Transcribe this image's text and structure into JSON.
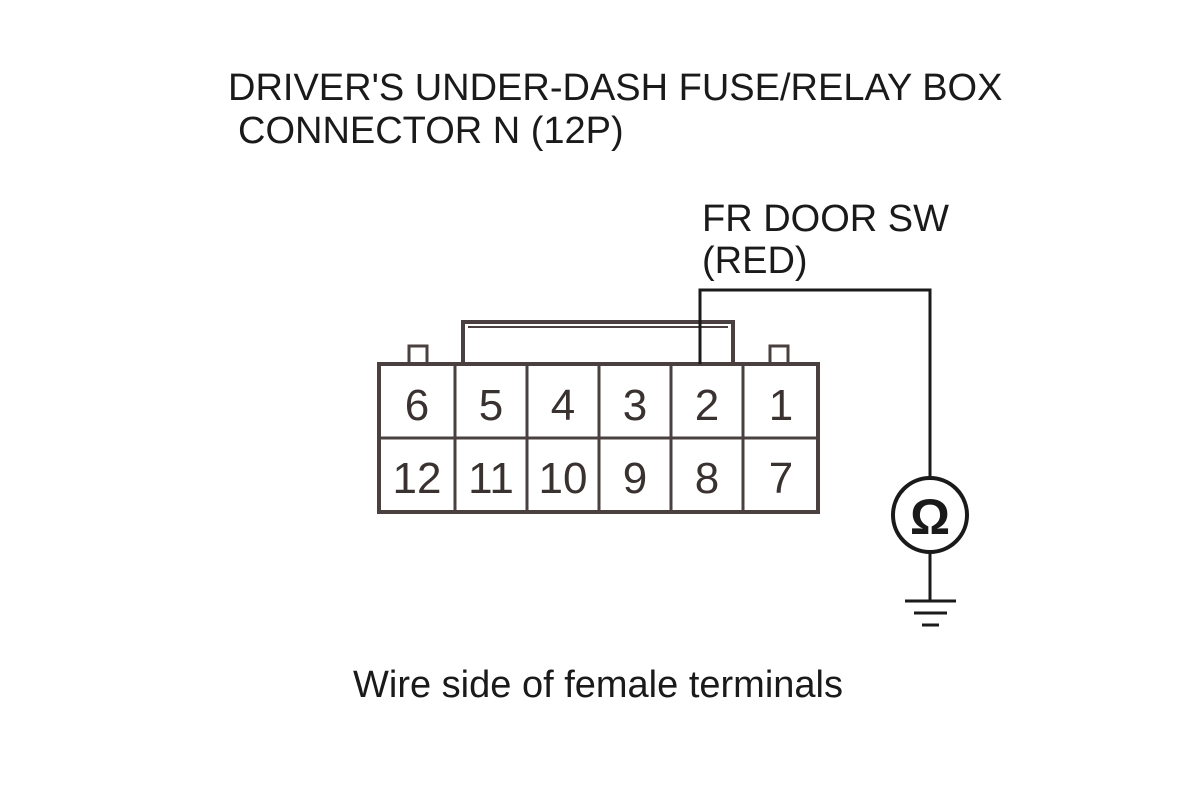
{
  "title": {
    "line1": "DRIVER'S UNDER-DASH FUSE/RELAY BOX",
    "line2": "CONNECTOR N (12P)"
  },
  "wire_label": {
    "line1": "FR DOOR SW",
    "line2": "(RED)"
  },
  "connector": {
    "top_row": [
      "6",
      "5",
      "4",
      "3",
      "2",
      "1"
    ],
    "bottom_row": [
      "12",
      "11",
      "10",
      "9",
      "8",
      "7"
    ],
    "probed_terminal": "2"
  },
  "meter": {
    "symbol": "Ω",
    "icon": "ohmmeter-icon"
  },
  "ground": {
    "icon": "ground-icon"
  },
  "caption": "Wire side of female terminals"
}
